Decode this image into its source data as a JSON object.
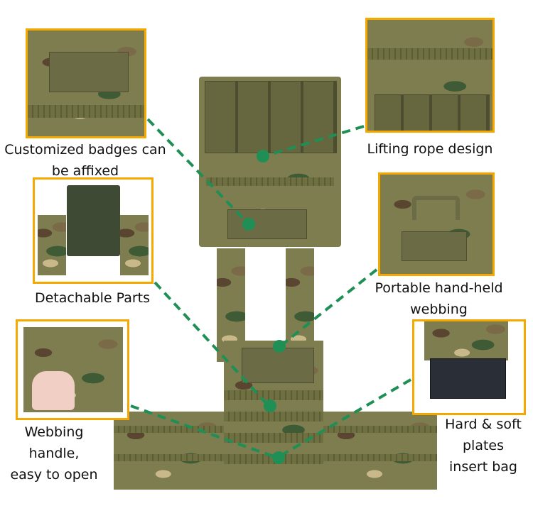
{
  "callouts": [
    {
      "id": "badges",
      "caption_lines": [
        "Customized badges can",
        "be affixed"
      ]
    },
    {
      "id": "lifting-rope",
      "caption_lines": [
        "Lifting rope design"
      ]
    },
    {
      "id": "detachable",
      "caption_lines": [
        "Detachable Parts"
      ]
    },
    {
      "id": "portable-handle",
      "caption_lines": [
        "Portable hand-held",
        "webbing"
      ]
    },
    {
      "id": "webbing-handle",
      "caption_lines": [
        "Webbing",
        "handle,",
        "easy to open"
      ]
    },
    {
      "id": "plates-bag",
      "caption_lines": [
        "Hard & soft",
        "plates",
        "insert bag"
      ]
    }
  ],
  "colors": {
    "frame": "#f5a800",
    "connector": "#1f8f55",
    "text": "#111111"
  }
}
